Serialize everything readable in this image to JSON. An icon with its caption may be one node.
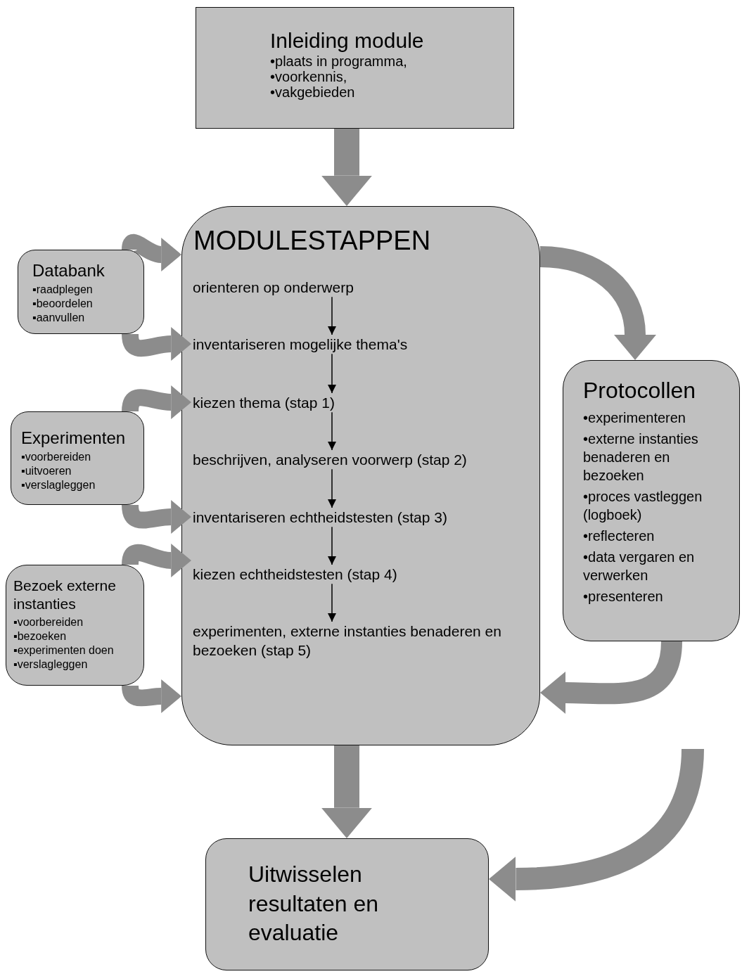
{
  "diagram": {
    "nodes": [
      {
        "text": [
          "Inleiding module",
          "•plaats in programma,",
          "•voorkennis,",
          "•vakgebieden"
        ]
      },
      {
        "text": [
          "MODULESTAPPEN"
        ]
      },
      {
        "text": [
          "orienteren op onderwerp"
        ],
        "in": 1
      },
      {
        "text": [
          "inventariseren mogelijke thema's"
        ],
        "in": 1
      },
      {
        "text": [
          "kiezen thema (stap 1)"
        ],
        "in": 1
      },
      {
        "text": [
          "beschrijven, analyseren voorwerp (stap 2)"
        ],
        "in": 1
      },
      {
        "text": [
          "inventariseren echtheidstesten (stap 3)"
        ],
        "in": 1
      },
      {
        "text": [
          "kiezen echtheidstesten (stap 4)"
        ],
        "in": 1
      },
      {
        "text": [
          "experimenten, externe instanties benaderen en bezoeken (stap 5)"
        ],
        "in": 1
      },
      {
        "text": [
          "Databank",
          "▪raadplegen",
          "▪beoordelen",
          "▪aanvullen"
        ]
      },
      {
        "text": [
          "Experimenten",
          "▪voorbereiden",
          "▪uitvoeren",
          "▪verslagleggen"
        ]
      },
      {
        "text": [
          "Bezoek externe instanties",
          "▪voorbereiden",
          "▪bezoeken",
          "▪experimenten doen",
          "▪verslagleggen"
        ]
      },
      {
        "text": [
          "Protocollen",
          "•experimenteren",
          "•externe instanties benaderen en bezoeken",
          "•proces vastleggen (logboek)",
          "•reflecteren",
          "•data vergaren en verwerken",
          "•presenteren"
        ]
      },
      {
        "text": [
          "Uitwisselen resultaten en evaluatie"
        ]
      }
    ],
    "edges": [
      {
        "from": 0,
        "to": 1,
        "arrow": "to"
      },
      {
        "from": 9,
        "to": 1,
        "arrow": "to"
      },
      {
        "from": 9,
        "to": 3,
        "arrow": "to"
      },
      {
        "from": 10,
        "to": 4,
        "arrow": "to"
      },
      {
        "from": 10,
        "to": 6,
        "arrow": "to"
      },
      {
        "from": 11,
        "to": 7,
        "arrow": "to"
      },
      {
        "from": 11,
        "to": 1,
        "arrow": "to"
      },
      {
        "from": 1,
        "to": 12,
        "arrow": "to"
      },
      {
        "from": 12,
        "to": 1,
        "arrow": "to"
      },
      {
        "from": 1,
        "to": 13,
        "arrow": "to"
      },
      {
        "from": null,
        "to": 13,
        "arrow": "to"
      },
      {
        "from": 2,
        "to": 3,
        "arrow": "to",
        "color": "#000000"
      },
      {
        "from": 3,
        "to": 4,
        "arrow": "to",
        "color": "#000000"
      },
      {
        "from": 4,
        "to": 5,
        "arrow": "to",
        "color": "#000000"
      },
      {
        "from": 5,
        "to": 6,
        "arrow": "to",
        "color": "#000000"
      },
      {
        "from": 6,
        "to": 7,
        "arrow": "to",
        "color": "#000000"
      },
      {
        "from": 7,
        "to": 8,
        "arrow": "to",
        "color": "#000000"
      }
    ]
  }
}
